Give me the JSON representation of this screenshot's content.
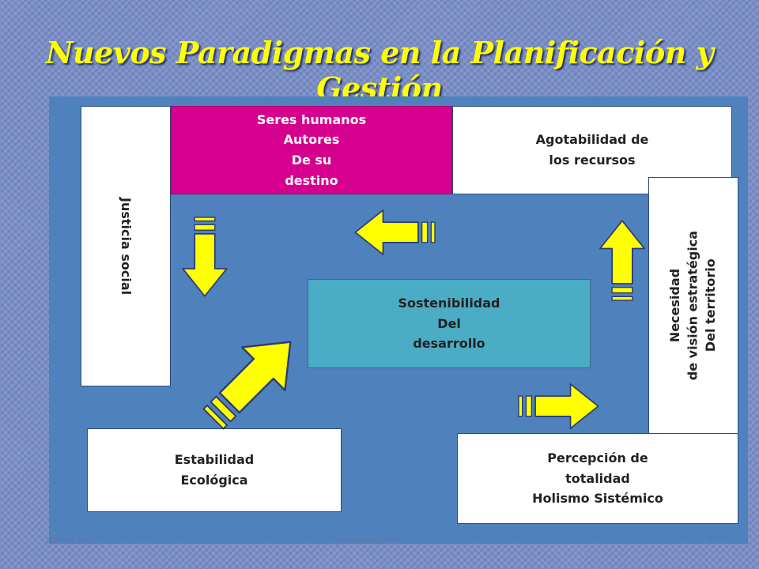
{
  "slide": {
    "title": "Nuevos Paradigmas en la Planificación y Gestión"
  },
  "boxes": {
    "justicia": [
      "Justicia social"
    ],
    "seres": [
      "Seres humanos",
      "Autores",
      "De su",
      "destino"
    ],
    "agotabilidad": [
      "Agotabilidad de",
      "los recursos"
    ],
    "necesidad": [
      "Necesidad",
      "de visión estratégica",
      "Del territorio"
    ],
    "sostenibilidad": [
      "Sostenibilidad",
      "Del",
      "desarrollo"
    ],
    "estabilidad": [
      "Estabilidad",
      "Ecológica"
    ],
    "percepcion": [
      "Percepción de",
      "totalidad",
      "Holismo Sistémico"
    ]
  },
  "footer": {
    "date": "abril de 2015",
    "author": "jmirandaf/2009",
    "page": "5"
  },
  "colors": {
    "panel": "#4f81bd",
    "magenta_box": "#d6008e",
    "teal_box": "#4bacc6",
    "arrow_fill": "#ffff00",
    "title": "#ffff00"
  }
}
